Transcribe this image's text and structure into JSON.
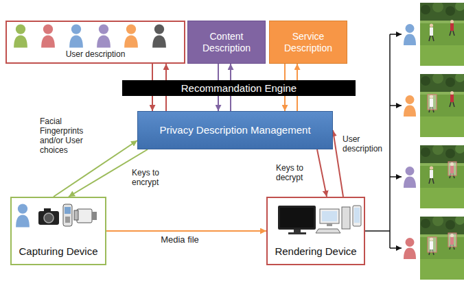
{
  "diagram": {
    "nodes": [
      {
        "text": [
          "User description"
        ]
      },
      {
        "text": [
          "Content Description"
        ]
      },
      {
        "text": [
          "Service Description"
        ]
      },
      {
        "text": [
          "Recommandation Engine"
        ]
      },
      {
        "text": [
          "Privacy Description Management"
        ]
      },
      {
        "text": [
          "Capturing Device"
        ]
      },
      {
        "text": [
          "Rendering Device"
        ]
      }
    ],
    "edges": [
      {
        "from": 0,
        "to": 4,
        "arrow": "to"
      },
      {
        "from": 4,
        "to": 0,
        "arrow": "to"
      },
      {
        "from": 1,
        "to": 4,
        "arrow": "to"
      },
      {
        "from": 4,
        "to": 1,
        "arrow": "to"
      },
      {
        "from": 2,
        "to": 4,
        "arrow": "to"
      },
      {
        "from": 4,
        "to": 2,
        "arrow": "to"
      },
      {
        "from": 5,
        "to": 4,
        "label": "Facial Fingerprints and/or User choices",
        "arrow": "to"
      },
      {
        "from": 4,
        "to": 5,
        "label": "Keys to encrypt",
        "arrow": "to"
      },
      {
        "from": 6,
        "to": 4,
        "label": "User description",
        "arrow": "to"
      },
      {
        "from": 4,
        "to": 6,
        "label": "Keys to decrypt",
        "arrow": "to"
      },
      {
        "from": 5,
        "to": 6,
        "label": "Media file",
        "arrow": "to"
      }
    ]
  }
}
